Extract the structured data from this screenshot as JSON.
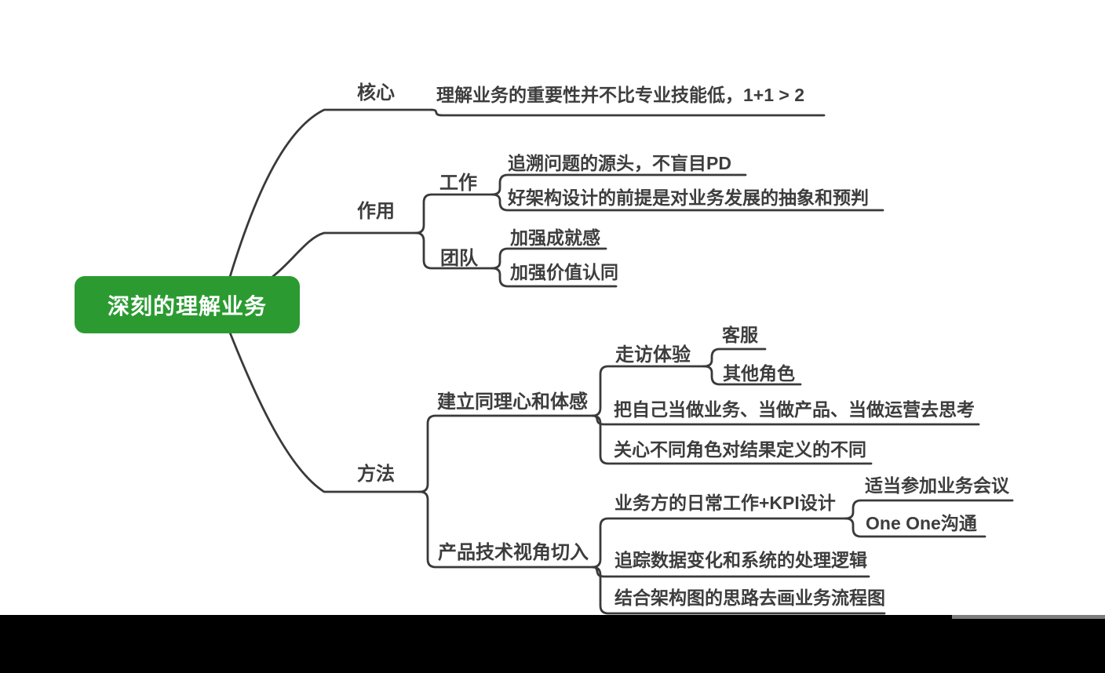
{
  "mindmap": {
    "root": {
      "label": "深刻的理解业务"
    },
    "branches": [
      {
        "label": "核心",
        "children": [
          {
            "label": "理解业务的重要性并不比专业技能低，1+1 > 2"
          }
        ]
      },
      {
        "label": "作用",
        "children": [
          {
            "label": "工作",
            "children": [
              {
                "label": "追溯问题的源头，不盲目PD"
              },
              {
                "label": "好架构设计的前提是对业务发展的抽象和预判"
              }
            ]
          },
          {
            "label": "团队",
            "children": [
              {
                "label": "加强成就感"
              },
              {
                "label": "加强价值认同"
              }
            ]
          }
        ]
      },
      {
        "label": "方法",
        "children": [
          {
            "label": "建立同理心和体感",
            "children": [
              {
                "label": "走访体验",
                "children": [
                  {
                    "label": "客服"
                  },
                  {
                    "label": "其他角色"
                  }
                ]
              },
              {
                "label": "把自己当做业务、当做产品、当做运营去思考"
              },
              {
                "label": "关心不同角色对结果定义的不同"
              }
            ]
          },
          {
            "label": "产品技术视角切入",
            "children": [
              {
                "label": "业务方的日常工作+KPI设计",
                "children": [
                  {
                    "label": "适当参加业务会议"
                  },
                  {
                    "label": "One One沟通"
                  }
                ]
              },
              {
                "label": "追踪数据变化和系统的处理逻辑"
              },
              {
                "label": "结合架构图的思路去画业务流程图"
              }
            ]
          }
        ]
      }
    ],
    "colors": {
      "root_bg": "#2b9b31",
      "root_text": "#ffffff",
      "line": "#3a3a3a",
      "text": "#3d3d3d",
      "letterbox": "#000000",
      "scrubber": "#7d7d7d"
    }
  }
}
